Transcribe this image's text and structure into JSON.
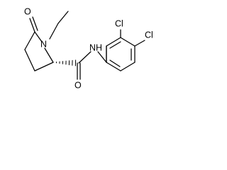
{
  "molecule": {
    "atoms": {
      "ring_carbonyl_oxygen": "O",
      "ring_nitrogen": "N",
      "amide_oxygen": "O",
      "amide_nitrogen_hydrogen": "NH",
      "chlorine_upper": "Cl",
      "chlorine_right": "Cl"
    },
    "stereo": {
      "c2_to_amide_carbon": "hashed-wedge"
    }
  }
}
